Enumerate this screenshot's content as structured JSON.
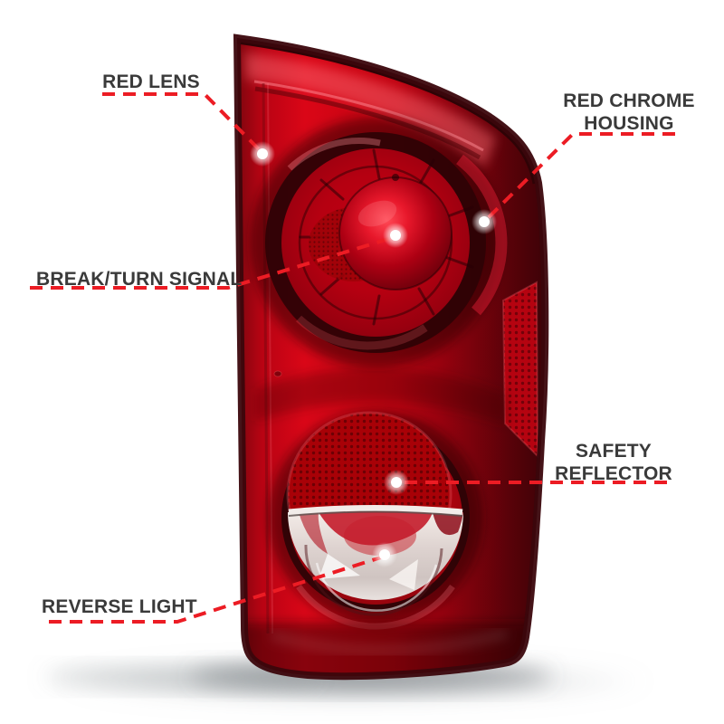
{
  "figure": {
    "kind": "annotated-product-photo",
    "subject": "red-tail-light-assembly"
  },
  "style": {
    "background_color": "#ffffff",
    "label_color": "#3a3a3a",
    "leader_color": "#ec1c24",
    "lens_red": "#c70311",
    "housing_dark_red": "#3b060c",
    "reverse_chrome": "#e9e2df"
  },
  "callouts": [
    {
      "id": "red-lens",
      "label": "RED LENS"
    },
    {
      "id": "red-chrome-housing",
      "label": "RED CHROME HOUSING"
    },
    {
      "id": "break-turn-signal",
      "label": "BREAK/TURN SIGNAL"
    },
    {
      "id": "safety-reflector",
      "label": "SAFETY REFLECTOR"
    },
    {
      "id": "reverse-light",
      "label": "REVERSE LIGHT"
    }
  ]
}
